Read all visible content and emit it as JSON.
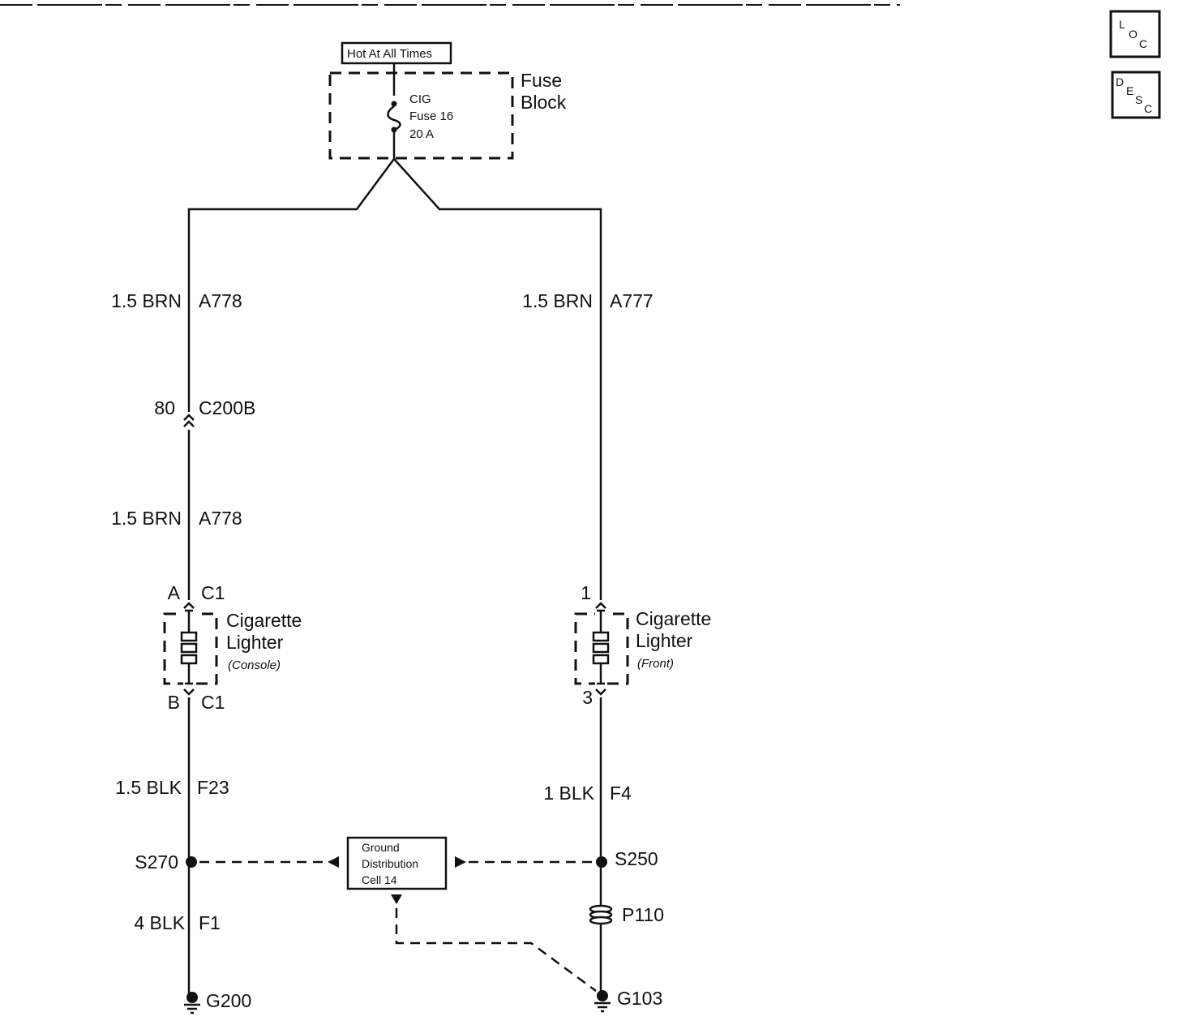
{
  "icons": {
    "loc": {
      "l1": "L",
      "l2": "O",
      "l3": "C"
    },
    "desc": {
      "l1": "D",
      "l2": "E",
      "l3": "S",
      "l4": "C"
    }
  },
  "power": {
    "hot_label": "Hot At All Times",
    "fuse_block": {
      "line1": "Fuse",
      "line2": "Block"
    },
    "fuse": {
      "name": "CIG",
      "number": "Fuse 16",
      "rating": "20 A"
    }
  },
  "left_circuit": {
    "wire1": {
      "size_color": "1.5 BRN",
      "circuit": "A778"
    },
    "inline_connector": {
      "pin": "80",
      "name": "C200B"
    },
    "wire2": {
      "size_color": "1.5 BRN",
      "circuit": "A778"
    },
    "lighter_top": {
      "pin": "A",
      "connector": "C1"
    },
    "lighter": {
      "line1": "Cigarette",
      "line2": "Lighter",
      "sub": "(Console)"
    },
    "lighter_bottom": {
      "pin": "B",
      "connector": "C1"
    },
    "wire3": {
      "size_color": "1.5 BLK",
      "circuit": "F23"
    },
    "splice": "S270",
    "wire4": {
      "size_color": "4 BLK",
      "circuit": "F1"
    },
    "ground": "G200"
  },
  "right_circuit": {
    "wire1": {
      "size_color": "1.5 BRN",
      "circuit": "A777"
    },
    "lighter_top": {
      "pin": "1"
    },
    "lighter": {
      "line1": "Cigarette",
      "line2": "Lighter",
      "sub": "(Front)"
    },
    "lighter_bottom": {
      "pin": "3"
    },
    "wire2": {
      "size_color": "1 BLK",
      "circuit": "F4"
    },
    "splice": "S250",
    "passthrough": "P110",
    "ground": "G103"
  },
  "ground_distribution": {
    "line1": "Ground",
    "line2": "Distribution",
    "line3": "Cell 14"
  }
}
